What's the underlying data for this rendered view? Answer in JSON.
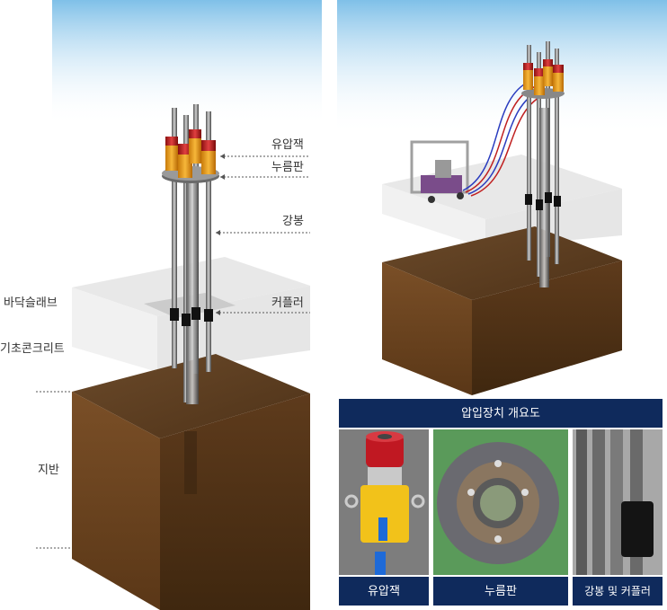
{
  "left_labels": {
    "jack": "유압잭",
    "press_plate": "누름판",
    "steel_rod": "강봉",
    "coupler": "커플러",
    "floor_slab": "바닥슬래브",
    "foundation_concrete": "기초콘크리트",
    "ground": "지반"
  },
  "overview": {
    "title": "압입장치 개요도",
    "captions": [
      "유압잭",
      "누름판",
      "강봉 및 커플러"
    ]
  }
}
